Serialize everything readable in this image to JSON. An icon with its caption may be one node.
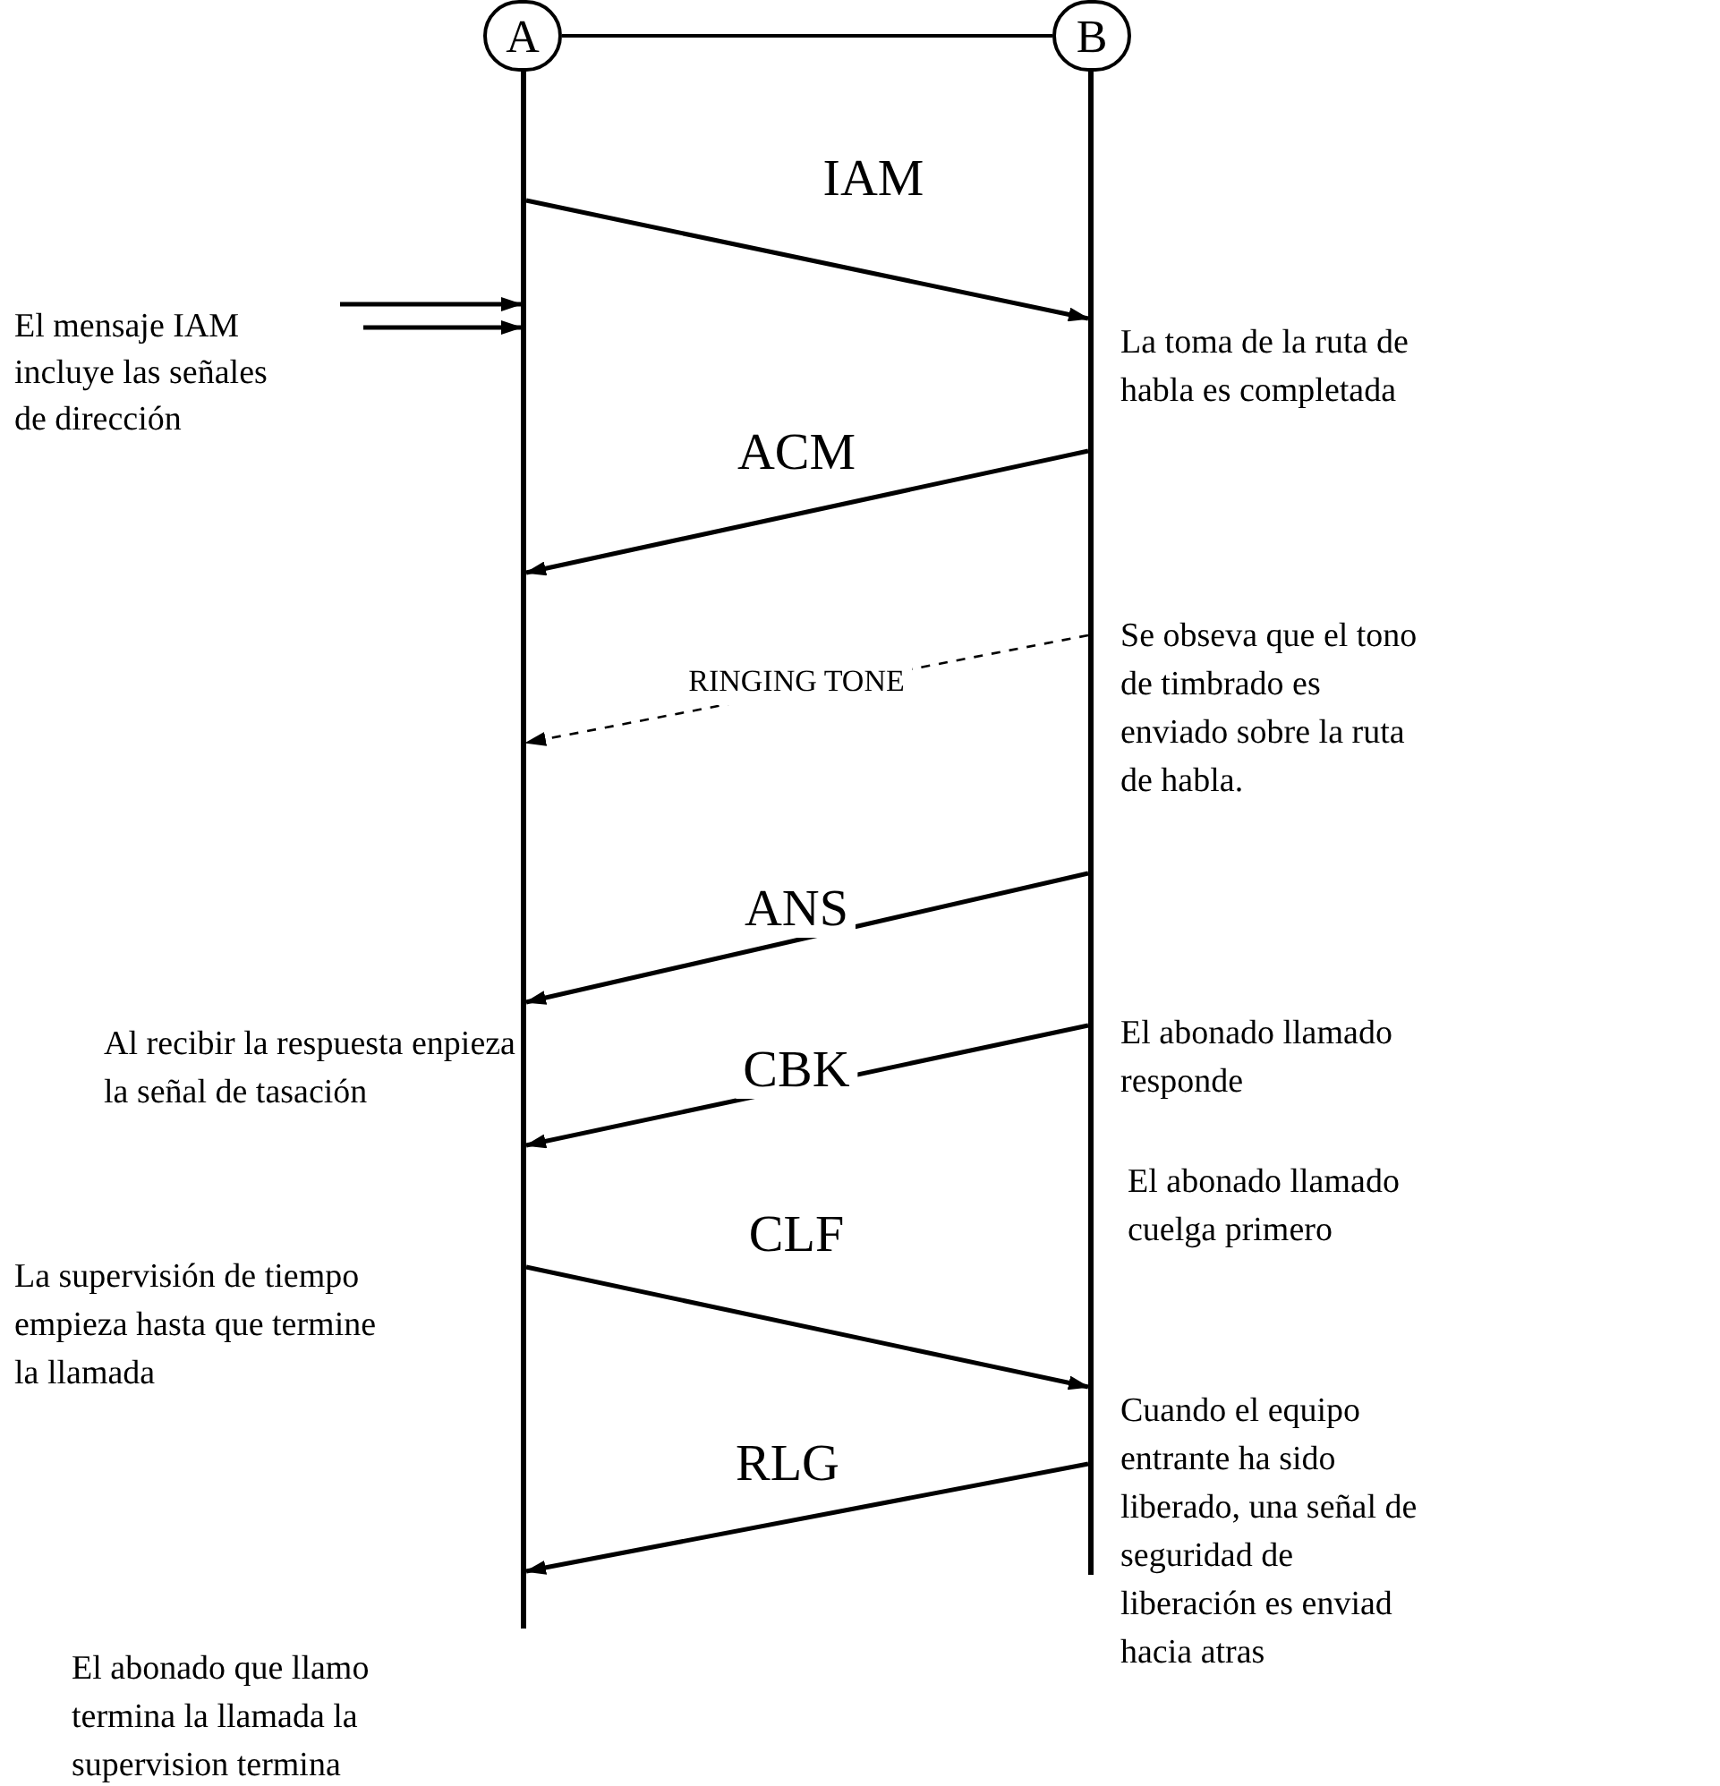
{
  "diagram": {
    "nodes": [
      {
        "text": [
          "A"
        ]
      },
      {
        "text": [
          "B"
        ]
      },
      {
        "text": [],
        "shape": "bar"
      },
      {
        "text": [],
        "shape": "bar"
      },
      {
        "text": [
          "El mensaje IAM incluye las señales de dirección"
        ]
      }
    ],
    "edges": [
      {
        "from": 0,
        "to": 1,
        "arrow": "none"
      },
      {
        "from": null,
        "to": 2,
        "arrow": "to"
      },
      {
        "from": 4,
        "to": 2,
        "arrow": "to"
      },
      {
        "from": 2,
        "to": 3,
        "arrow": "to",
        "label": "IAM"
      },
      {
        "from": 3,
        "to": 2,
        "arrow": "to",
        "label": "ACM"
      },
      {
        "from": 3,
        "to": 2,
        "arrow": "to",
        "label": "RINGING TONE",
        "style": "dashed"
      },
      {
        "from": 3,
        "to": 2,
        "arrow": "to",
        "label": "ANS"
      },
      {
        "from": 3,
        "to": 2,
        "arrow": "to",
        "label": "CBK"
      },
      {
        "from": 2,
        "to": 3,
        "arrow": "to",
        "label": "CLF"
      },
      {
        "from": 3,
        "to": 2,
        "arrow": "to",
        "label": "RLG"
      }
    ],
    "labels": [
      "La toma de la ruta de habla es completada",
      "Se obseva que el tono de timbrado es enviado sobre la ruta de habla.",
      "El abonado llamado responde",
      "Al recibir la respuesta enpieza la señal de tasación",
      "El abonado llamado cuelga primero",
      "La supervisión de tiempo empieza hasta que termine la llamada",
      "Cuando el equipo entrante ha sido liberado, una señal de seguridad de liberación es enviad hacia atras",
      "El abonado que llamo termina la llamada la supervision termina"
    ]
  }
}
